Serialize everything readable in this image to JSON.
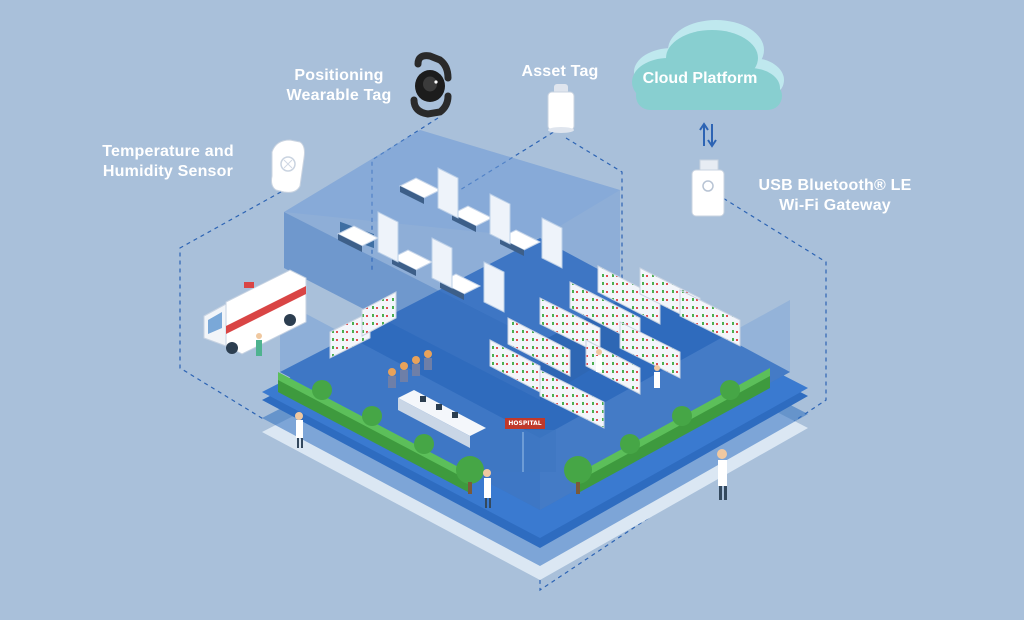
{
  "labels": {
    "temp_sensor": [
      "Temperature and",
      "Humidity Sensor"
    ],
    "wearable": [
      "Positioning",
      "Wearable Tag"
    ],
    "asset_tag": "Asset Tag",
    "cloud": "Cloud Platform",
    "gateway": [
      "USB Bluetooth® LE",
      "Wi-Fi Gateway"
    ],
    "hospital_sign": "HOSPITAL"
  },
  "colors": {
    "background": "#a9c0da",
    "cloud": "#88cfd0",
    "floor": "#2f6fbf",
    "hedge": "#4caf50",
    "dashed": "#2d64b4",
    "ambulance_stripe": "#d94545"
  },
  "icons": [
    "thermometer-sensor-icon",
    "wearable-tag-icon",
    "asset-tag-icon",
    "cloud-icon",
    "sync-arrows-icon",
    "usb-gateway-icon"
  ]
}
